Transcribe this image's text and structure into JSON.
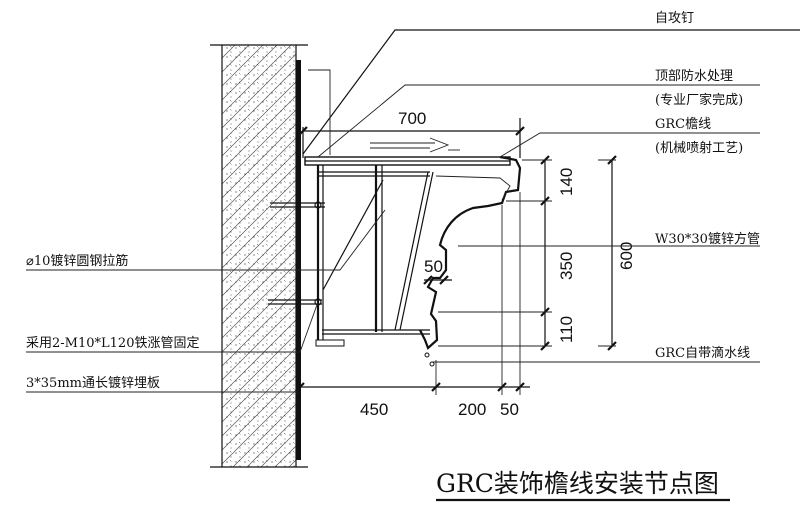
{
  "labels": {
    "self_tapping_screw": "自攻钉",
    "top_waterproof": "顶部防水处理",
    "top_waterproof_note": "(专业厂家完成)",
    "grc_eave_line": "GRC檐线",
    "grc_eave_line_note": "(机械喷射工艺)",
    "steel_tube": "W30*30镀锌方管",
    "tie_bar": "⌀10镀锌圆钢拉筋",
    "expansion_bolt": "采用2-M10*L120铁涨管固定",
    "embedded_plate": "3*35mm通长镀锌埋板",
    "drip_line": "GRC自带滴水线"
  },
  "dimensions": {
    "top_width": "700",
    "h_140": "140",
    "h_350": "350",
    "h_110": "110",
    "h_600": "600",
    "gap_50": "50",
    "bottom_450": "450",
    "bottom_200": "200",
    "bottom_50": "50"
  },
  "title": "GRC装饰檐线安装节点图"
}
